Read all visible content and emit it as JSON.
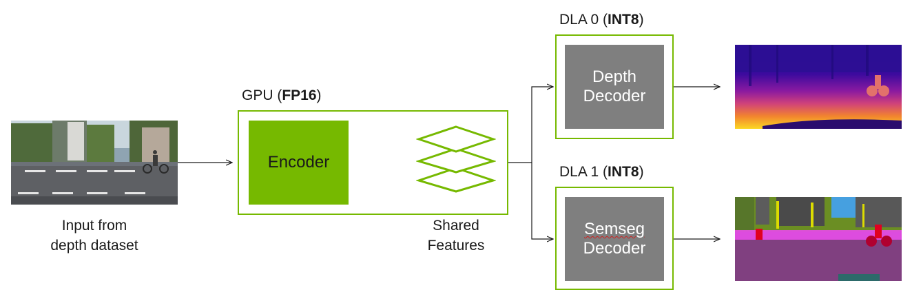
{
  "input": {
    "caption_line1": "Input from",
    "caption_line2": "depth dataset"
  },
  "gpu": {
    "label_prefix": "GPU (",
    "label_bold": "FP16",
    "label_suffix": ")",
    "encoder_label": "Encoder",
    "features_line1": "Shared",
    "features_line2": "Features"
  },
  "dla0": {
    "label_prefix": "DLA 0 (",
    "label_bold": "INT8",
    "label_suffix": ")",
    "decoder_line1": "Depth",
    "decoder_line2": "Decoder"
  },
  "dla1": {
    "label_prefix": "DLA 1 (",
    "label_bold": "INT8",
    "label_suffix": ")",
    "decoder_line1": "Semseg",
    "decoder_line2": "Decoder"
  },
  "colors": {
    "nvidia_green": "#76b900",
    "decoder_gray": "#7f7f7f"
  }
}
